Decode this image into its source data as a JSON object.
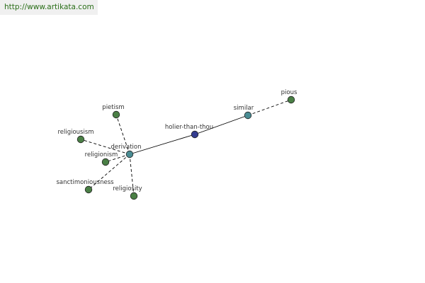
{
  "watermark": "http://www.artikata.com",
  "colors": {
    "edge": "#000000",
    "root_node": "#333b8f",
    "hub_node": "#4a8c93",
    "leaf_node": "#4a7f45",
    "node_stroke": "#222222"
  },
  "nodes": [
    {
      "id": "holier-than-thou",
      "label": "holier-than-thou",
      "kind": "root"
    },
    {
      "id": "similar",
      "label": "similar",
      "kind": "hub"
    },
    {
      "id": "derivation",
      "label": "derivation",
      "kind": "hub"
    },
    {
      "id": "pious",
      "label": "pious",
      "kind": "leaf"
    },
    {
      "id": "pietism",
      "label": "pietism",
      "kind": "leaf"
    },
    {
      "id": "religiousism",
      "label": "religiousism",
      "kind": "leaf"
    },
    {
      "id": "religionism",
      "label": "religionism",
      "kind": "leaf"
    },
    {
      "id": "sanctimoniousness",
      "label": "sanctimoniousness",
      "kind": "leaf"
    },
    {
      "id": "religiosity",
      "label": "religiosity",
      "kind": "leaf"
    }
  ],
  "edges": [
    {
      "from": "holier-than-thou",
      "to": "similar",
      "style": "solid"
    },
    {
      "from": "holier-than-thou",
      "to": "derivation",
      "style": "solid"
    },
    {
      "from": "similar",
      "to": "pious",
      "style": "dashed"
    },
    {
      "from": "derivation",
      "to": "pietism",
      "style": "dashed"
    },
    {
      "from": "derivation",
      "to": "religiousism",
      "style": "dashed"
    },
    {
      "from": "derivation",
      "to": "religionism",
      "style": "dashed"
    },
    {
      "from": "derivation",
      "to": "sanctimoniousness",
      "style": "dashed"
    },
    {
      "from": "derivation",
      "to": "religiosity",
      "style": "dashed"
    }
  ]
}
